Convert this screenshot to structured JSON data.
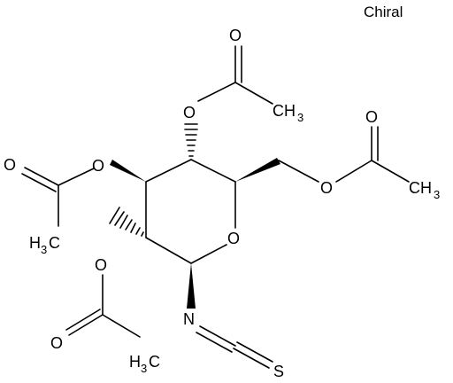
{
  "diagram": {
    "chiral_label": "Chiral",
    "labels": {
      "o_top_ester": "O",
      "o_top_carbonyl": "O",
      "ch3_top": "CH",
      "ch3_top_sub": "3",
      "o_left_ester": "O",
      "o_left_carbonyl": "O",
      "ch3_left_h": "H",
      "ch3_left_sub": "3",
      "ch3_left_c": "C",
      "o_right_ester": "O",
      "o_right_carbonyl": "O",
      "ch3_right": "CH",
      "ch3_right_sub": "3",
      "o_ring": "O",
      "o_bottom_ester": "O",
      "o_bottom_carbonyl": "O",
      "ch3_bottom_h": "H",
      "ch3_bottom_sub": "3",
      "ch3_bottom_c": "C",
      "n_atom": "N",
      "s_atom": "S"
    }
  }
}
